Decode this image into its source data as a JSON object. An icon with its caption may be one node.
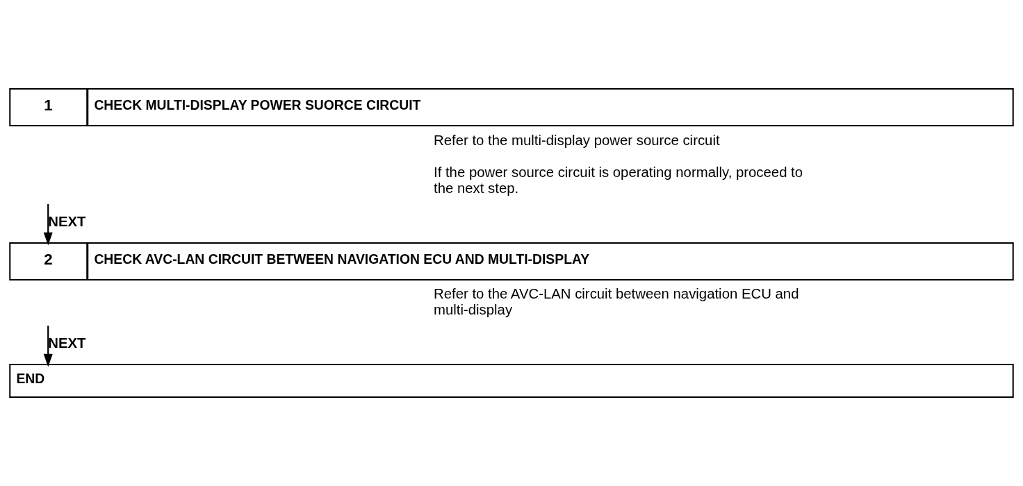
{
  "diagram": {
    "nodes": [
      {
        "text": [
          "1",
          "CHECK MULTI-DISPLAY POWER SUORCE CIRCUIT"
        ],
        "beside": [
          "Refer to the multi-display power source circuit",
          "If the power source circuit is operating normally, proceed to the next step."
        ]
      },
      {
        "text": [
          "2",
          "CHECK AVC-LAN CIRCUIT BETWEEN NAVIGATION ECU AND MULTI-DISPLAY"
        ],
        "beside": [
          "Refer to the AVC-LAN circuit between navigation ECU and multi-display"
        ]
      },
      {
        "text": [
          "END"
        ]
      }
    ],
    "edges": [
      {
        "from": 0,
        "to": 1,
        "arrow": "to",
        "label": "NEXT"
      },
      {
        "from": 1,
        "to": 2,
        "arrow": "to",
        "label": "NEXT"
      }
    ]
  }
}
